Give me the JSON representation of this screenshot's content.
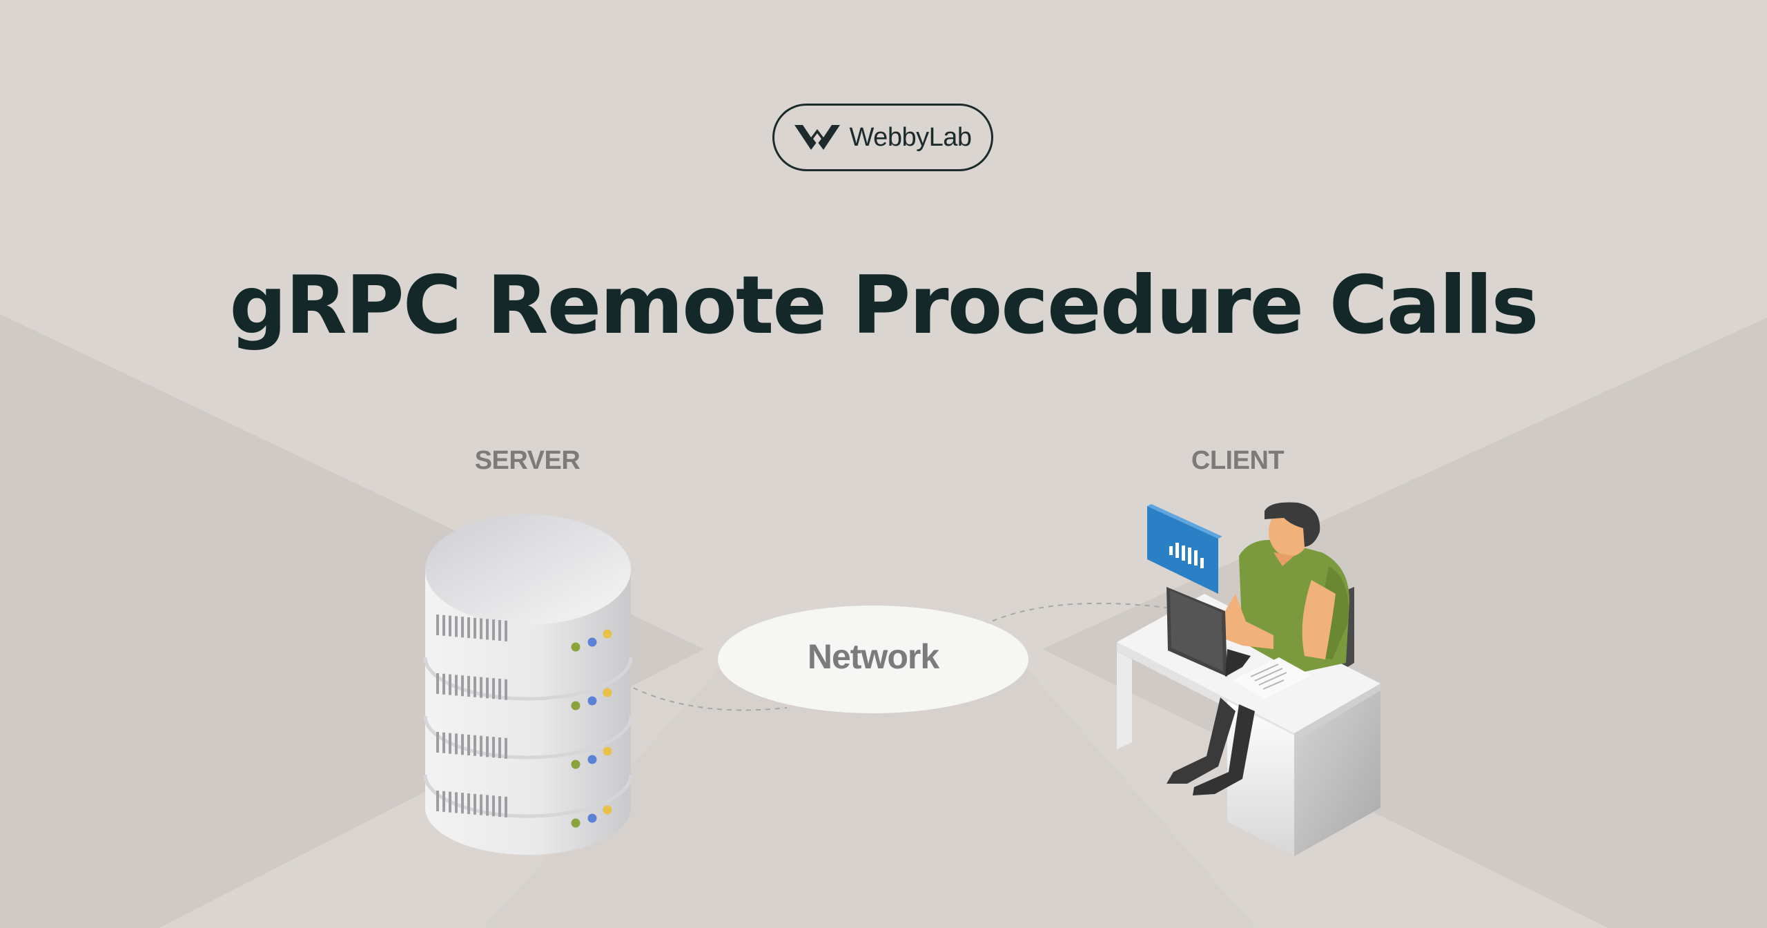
{
  "brand": {
    "name": "WebbyLab",
    "logo_icon": "webbylab-w-logo"
  },
  "title": "gRPC Remote Procedure Calls",
  "diagram": {
    "server_label": "SERVER",
    "client_label": "CLIENT",
    "network_label": "Network"
  },
  "colors": {
    "background": "#dad5d1",
    "title": "#14282a",
    "label_gray": "#7d7a77",
    "network_ellipse": "#f6f6f5",
    "client_shirt": "#7b9a3e",
    "client_monitor": "#2b7fc4",
    "server_led_green": "#8aa33d",
    "server_led_blue": "#5c82d8",
    "server_led_yellow": "#e7c14a"
  }
}
